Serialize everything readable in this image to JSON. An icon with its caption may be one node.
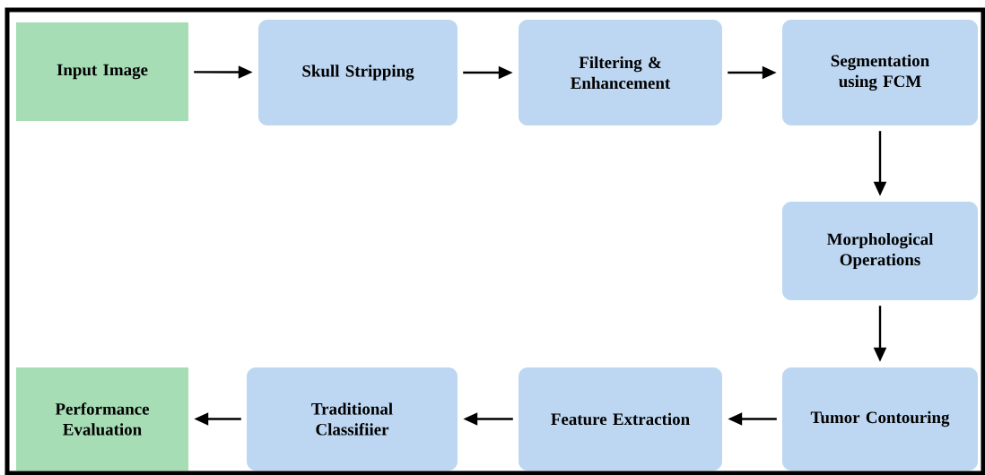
{
  "diagram": {
    "nodes": [
      {
        "text": [
          "Input Image"
        ]
      },
      {
        "text": [
          "Skull Stripping"
        ]
      },
      {
        "text": [
          "Filtering & Enhancement"
        ]
      },
      {
        "text": [
          "Segmentation using FCM"
        ]
      },
      {
        "text": [
          "Morphological Operations"
        ]
      },
      {
        "text": [
          "Tumor Contouring"
        ]
      },
      {
        "text": [
          "Feature Extraction"
        ]
      },
      {
        "text": [
          "Traditional Classifiier"
        ]
      },
      {
        "text": [
          "Performance Evaluation"
        ]
      }
    ],
    "edges": [
      {
        "from": 0,
        "to": 1,
        "arrow": "to"
      },
      {
        "from": 1,
        "to": 2,
        "arrow": "to"
      },
      {
        "from": 2,
        "to": 3,
        "arrow": "to"
      },
      {
        "from": 3,
        "to": 4,
        "arrow": "to"
      },
      {
        "from": 4,
        "to": 5,
        "arrow": "to"
      },
      {
        "from": 5,
        "to": 6,
        "arrow": "to"
      },
      {
        "from": 6,
        "to": 7,
        "arrow": "to"
      },
      {
        "from": 7,
        "to": 8,
        "arrow": "to"
      }
    ]
  }
}
